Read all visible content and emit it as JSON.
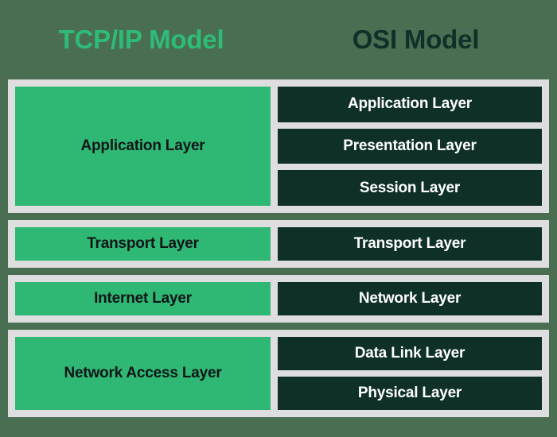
{
  "diagram": {
    "title_left": "TCP/IP Model",
    "title_right": "OSI Model",
    "colors": {
      "background": "#4a6e51",
      "panel": "#dedee0",
      "tcp_box": "#2eb873",
      "osi_box": "#0f3028",
      "tcp_title": "#2ebc79",
      "osi_title": "#0f3028",
      "tcp_text": "#111418",
      "osi_text": "#ffffff"
    },
    "groups": [
      {
        "tcp_layer": "Application Layer",
        "osi_layers": [
          "Application Layer",
          "Presentation Layer",
          "Session Layer"
        ]
      },
      {
        "tcp_layer": "Transport Layer",
        "osi_layers": [
          "Transport Layer"
        ]
      },
      {
        "tcp_layer": "Internet Layer",
        "osi_layers": [
          "Network Layer"
        ]
      },
      {
        "tcp_layer": "Network Access Layer",
        "osi_layers": [
          "Data Link Layer",
          "Physical Layer"
        ]
      }
    ]
  }
}
